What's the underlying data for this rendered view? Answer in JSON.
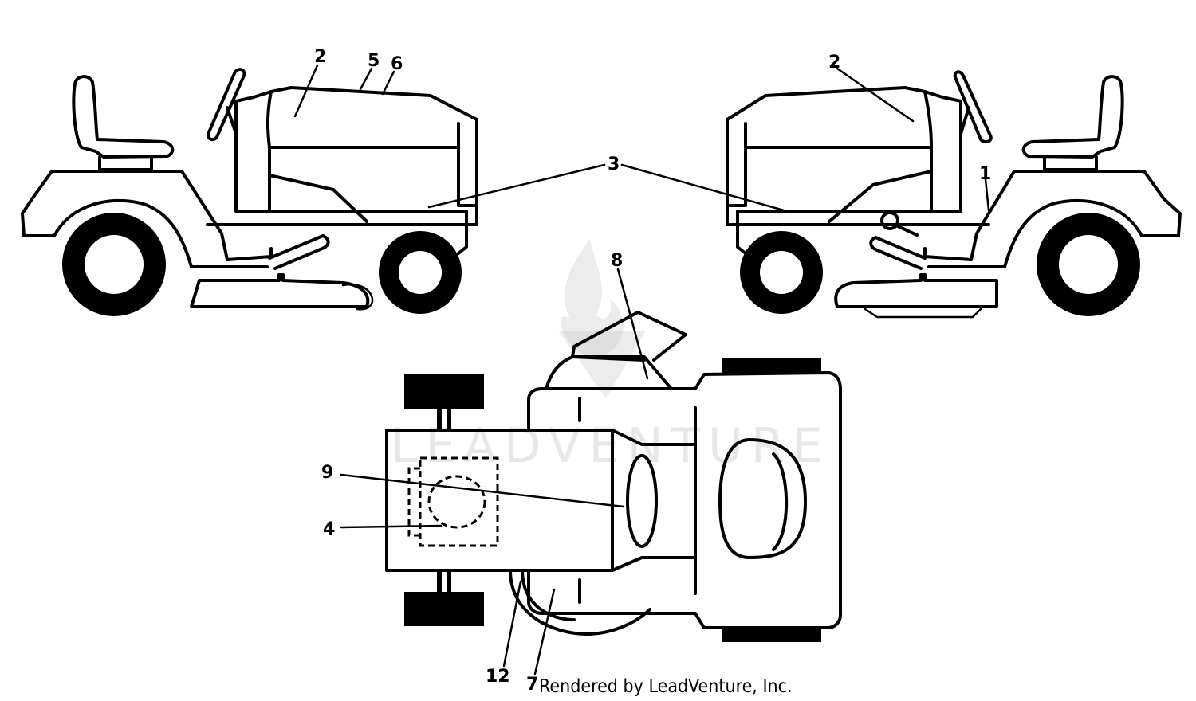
{
  "callouts": {
    "c1": "1",
    "c2_left": "2",
    "c2_right": "2",
    "c3": "3",
    "c4": "4",
    "c5": "5",
    "c6": "6",
    "c7": "7",
    "c8": "8",
    "c9": "9",
    "c12": "12"
  },
  "footer": {
    "credit": "Rendered by LeadVenture, Inc."
  },
  "watermark": {
    "text": "LEADVENTURE"
  }
}
